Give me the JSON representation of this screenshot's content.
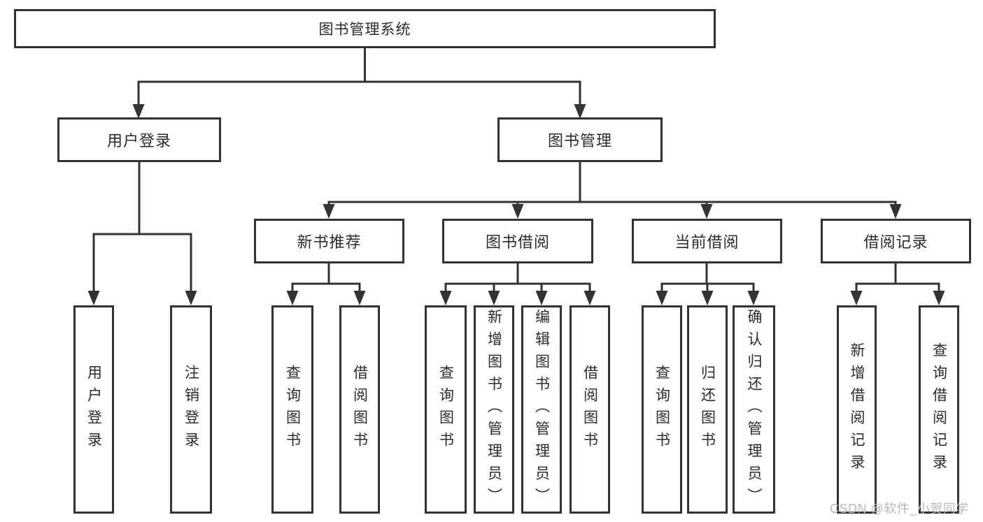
{
  "tree": {
    "root": {
      "label": "图书管理系统",
      "children": [
        {
          "label": "用户登录",
          "children": [
            {
              "label": "用户登录"
            },
            {
              "label": "注销登录"
            }
          ]
        },
        {
          "label": "图书管理",
          "children": [
            {
              "label": "新书推荐",
              "children": [
                {
                  "label": "查询图书"
                },
                {
                  "label": "借阅图书"
                }
              ]
            },
            {
              "label": "图书借阅",
              "children": [
                {
                  "label": "查询图书"
                },
                {
                  "label": "新增图书（管理员）"
                },
                {
                  "label": "编辑图书（管理员）"
                },
                {
                  "label": "借阅图书"
                }
              ]
            },
            {
              "label": "当前借阅",
              "children": [
                {
                  "label": "查询图书"
                },
                {
                  "label": "归还图书"
                },
                {
                  "label": "确认归还（管理员）"
                }
              ]
            },
            {
              "label": "借阅记录",
              "children": [
                {
                  "label": "新增借阅记录"
                },
                {
                  "label": "查询借阅记录"
                }
              ]
            }
          ]
        }
      ]
    }
  },
  "watermark": "CSDN @软件_小贺同学",
  "colors": {
    "line": "#333333",
    "box_border": "#333333",
    "box_fill": "#ffffff",
    "text": "#2b2b2b",
    "watermark": "#b9b9b9",
    "background": "#ffffff"
  }
}
